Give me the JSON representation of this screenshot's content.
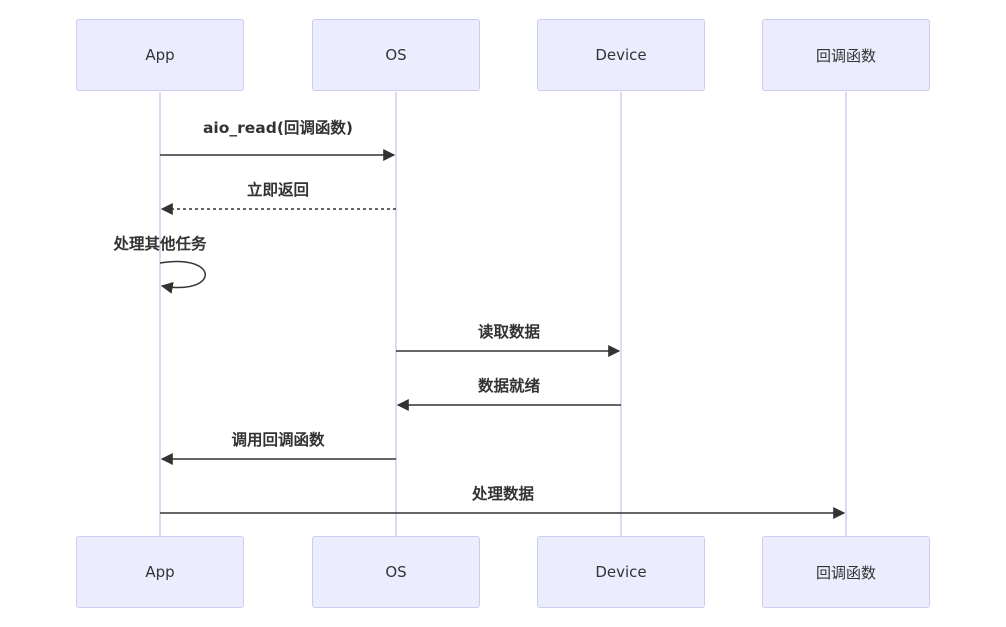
{
  "participants": [
    {
      "id": "app",
      "label": "App"
    },
    {
      "id": "os",
      "label": "OS"
    },
    {
      "id": "device",
      "label": "Device"
    },
    {
      "id": "callback",
      "label": "回调函数"
    }
  ],
  "messages": [
    {
      "from": "app",
      "to": "os",
      "label": "aio_read(回调函数)",
      "style": "solid"
    },
    {
      "from": "os",
      "to": "app",
      "label": "立即返回",
      "style": "dotted"
    },
    {
      "from": "app",
      "to": "app",
      "label": "处理其他任务",
      "style": "self"
    },
    {
      "from": "os",
      "to": "device",
      "label": "读取数据",
      "style": "solid"
    },
    {
      "from": "device",
      "to": "os",
      "label": "数据就绪",
      "style": "solid"
    },
    {
      "from": "os",
      "to": "app",
      "label": "调用回调函数",
      "style": "solid"
    },
    {
      "from": "app",
      "to": "callback",
      "label": "处理数据",
      "style": "solid"
    }
  ],
  "colors": {
    "actor_fill": "#ececff",
    "actor_border": "#ccccee",
    "lifeline": "#d4cbef",
    "arrow": "#333333",
    "text": "#333333"
  }
}
